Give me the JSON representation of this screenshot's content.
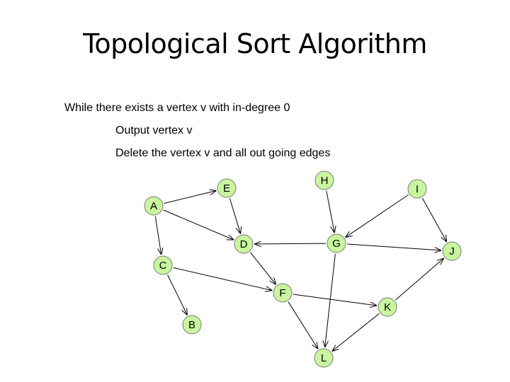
{
  "title": "Topological Sort Algorithm",
  "algorithm": {
    "lines": [
      "While there exists a vertex v with in-degree 0",
      "Output vertex v",
      "Delete the vertex v and all out going edges"
    ]
  },
  "graph": {
    "node_color": "#c9f59e",
    "nodes": [
      "A",
      "B",
      "C",
      "D",
      "E",
      "F",
      "G",
      "H",
      "I",
      "J",
      "K",
      "L"
    ],
    "edges": [
      [
        "A",
        "E"
      ],
      [
        "A",
        "D"
      ],
      [
        "A",
        "C"
      ],
      [
        "E",
        "D"
      ],
      [
        "C",
        "B"
      ],
      [
        "C",
        "F"
      ],
      [
        "D",
        "F"
      ],
      [
        "G",
        "D"
      ],
      [
        "H",
        "G"
      ],
      [
        "I",
        "G"
      ],
      [
        "I",
        "J"
      ],
      [
        "G",
        "J"
      ],
      [
        "G",
        "L"
      ],
      [
        "F",
        "K"
      ],
      [
        "F",
        "L"
      ],
      [
        "K",
        "J"
      ],
      [
        "K",
        "L"
      ]
    ]
  }
}
